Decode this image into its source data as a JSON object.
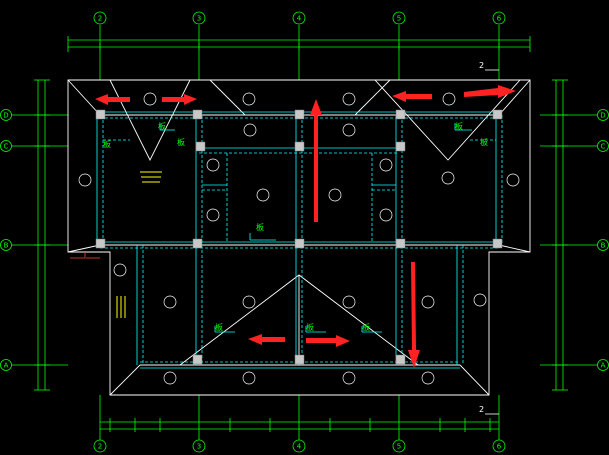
{
  "colors": {
    "background": "#000000",
    "outline": "#ffffff",
    "grid_axis": "#00ff00",
    "beam": "#00ffff",
    "column": "#c8c8c8",
    "arrow": "#ff2222",
    "label": "#00ff00",
    "note": "#ffff00"
  },
  "grid_top": [
    "2",
    "3",
    "4",
    "5",
    "6"
  ],
  "grid_bottom": [
    "2",
    "3",
    "4",
    "5",
    "6"
  ],
  "grid_left": [
    "D",
    "C",
    "B",
    "A"
  ],
  "grid_right": [
    "D",
    "C",
    "B",
    "A"
  ],
  "section_marks": [
    "2",
    "2"
  ],
  "room_label": "板",
  "arrows": [
    {
      "id": "arrow-top-left-west"
    },
    {
      "id": "arrow-top-left-east"
    },
    {
      "id": "arrow-top-center-north"
    },
    {
      "id": "arrow-top-right-west"
    },
    {
      "id": "arrow-top-right-east"
    },
    {
      "id": "arrow-right-south"
    },
    {
      "id": "arrow-bottom-west"
    },
    {
      "id": "arrow-bottom-east"
    }
  ]
}
